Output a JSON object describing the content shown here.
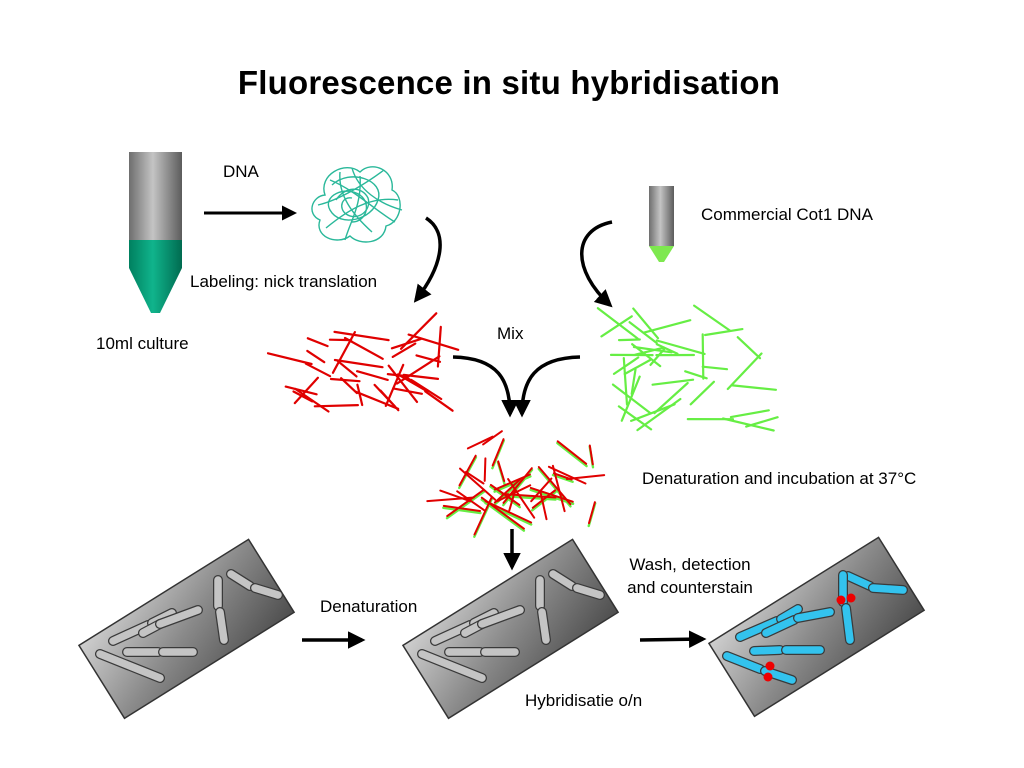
{
  "title": "Fluorescence in situ hybridisation",
  "labels": {
    "dna": "DNA",
    "commercial": "Commercial Cot1 DNA",
    "labeling": "Labeling: nick translation",
    "culture": "10ml culture",
    "mix": "Mix",
    "denat_incub": "Denaturation and incubation at 37°C",
    "wash_line1": "Wash, detection",
    "wash_line2": "and counterstain",
    "denaturation": "Denaturation",
    "hybridisatie": "Hybridisatie o/n"
  },
  "colors": {
    "tube_gray": "#8c8c8c",
    "culture_teal": "#0fa37f",
    "dna_tangle": "#2ab89a",
    "probe_red": "#e00000",
    "cot1_green": "#66ee44",
    "slide_gray": "#6f6f6f",
    "chromosome_gray": "#c0c0c0",
    "chromosome_blue": "#33c3ee",
    "signal_red": "#ee0000",
    "arrow": "#000000"
  },
  "icons": [
    "culture-tube-icon",
    "dna-tangle-icon",
    "cot1-tube-icon",
    "red-probe-fragments",
    "green-cot1-fragments",
    "mixed-fragments",
    "slide-gray-chromosomes",
    "slide-blue-chromosomes"
  ]
}
